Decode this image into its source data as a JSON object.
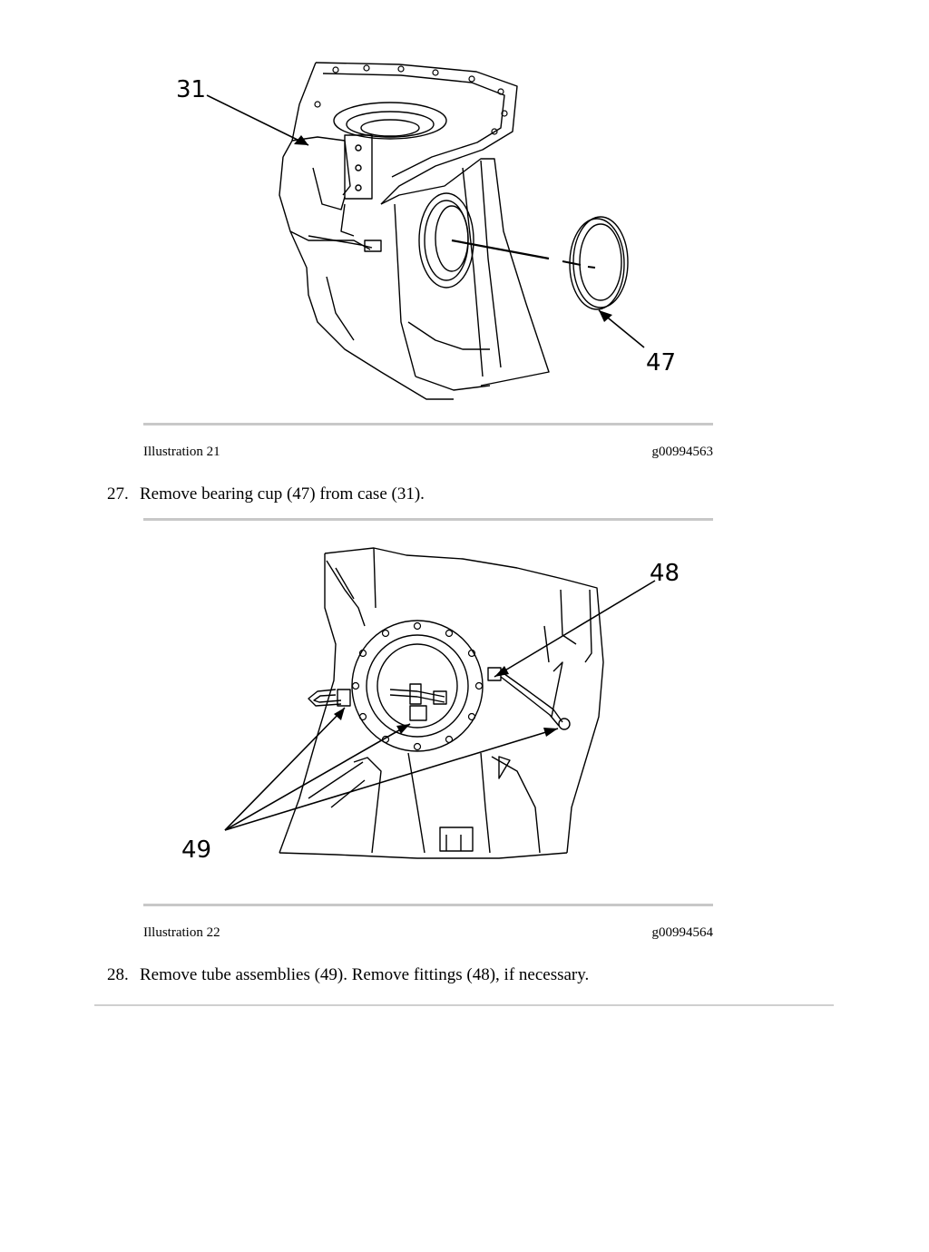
{
  "figures": [
    {
      "caption_label": "Illustration 21",
      "caption_code": "g00994563",
      "callouts": [
        "31",
        "47"
      ]
    },
    {
      "caption_label": "Illustration 22",
      "caption_code": "g00994564",
      "callouts": [
        "48",
        "49"
      ]
    }
  ],
  "steps": [
    {
      "number": "27.",
      "text": "Remove bearing cup (47) from case (31)."
    },
    {
      "number": "28.",
      "text": "Remove tube assemblies (49). Remove fittings (48), if necessary."
    }
  ]
}
